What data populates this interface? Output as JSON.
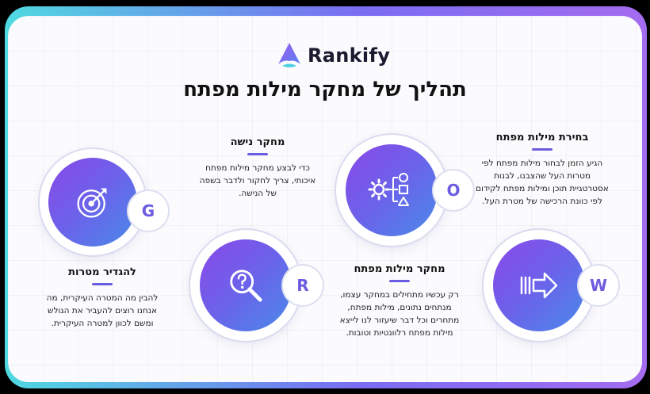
{
  "brand": {
    "name": "Rankify"
  },
  "title": "תהליך של מחקר מילות מפתח",
  "steps": {
    "g": {
      "letter": "G",
      "icon": "target-icon",
      "heading": "להגדיר מטרות",
      "text": "להבין מה המטרה העיקרית, מה אנחנו רוצים להעביר את הגולש ומשם לכוון למטרה העיקרית."
    },
    "r": {
      "letter": "R",
      "icon": "magnifier-question-icon",
      "heading": "מחקר נישה",
      "text": "כדי לבצע מחקר מילות מפתח איכותי, צריך לחקור ולדבר בשפה של הנישה."
    },
    "o": {
      "letter": "O",
      "icon": "gear-shapes-icon",
      "heading": "מחקר מילות מפתח",
      "text": "רק עכשיו מתחילים במחקר עצמו, מנתחים נתונים, מילות מפתח, מתחרים וכל דבר שיעזור לנו לייצא מילות מפתח רלוונטיות וטובות."
    },
    "w": {
      "letter": "W",
      "icon": "arrow-right-icon",
      "heading": "בחירת מילות מפתח",
      "text": "הגיע הזמן לבחור מילות מפתח לפי מטרות העל שהצבנו, לבנות אסטרטגיית תוכן ומילות מפתח לקידום לפי כוונת הרכישה של מטרת העל."
    }
  },
  "colors": {
    "accent": "#6b5ce0",
    "gradient_start": "#8a48e8",
    "gradient_end": "#4a8ae8",
    "frame_left": "#4fd9e0",
    "frame_right": "#a46cf0"
  }
}
